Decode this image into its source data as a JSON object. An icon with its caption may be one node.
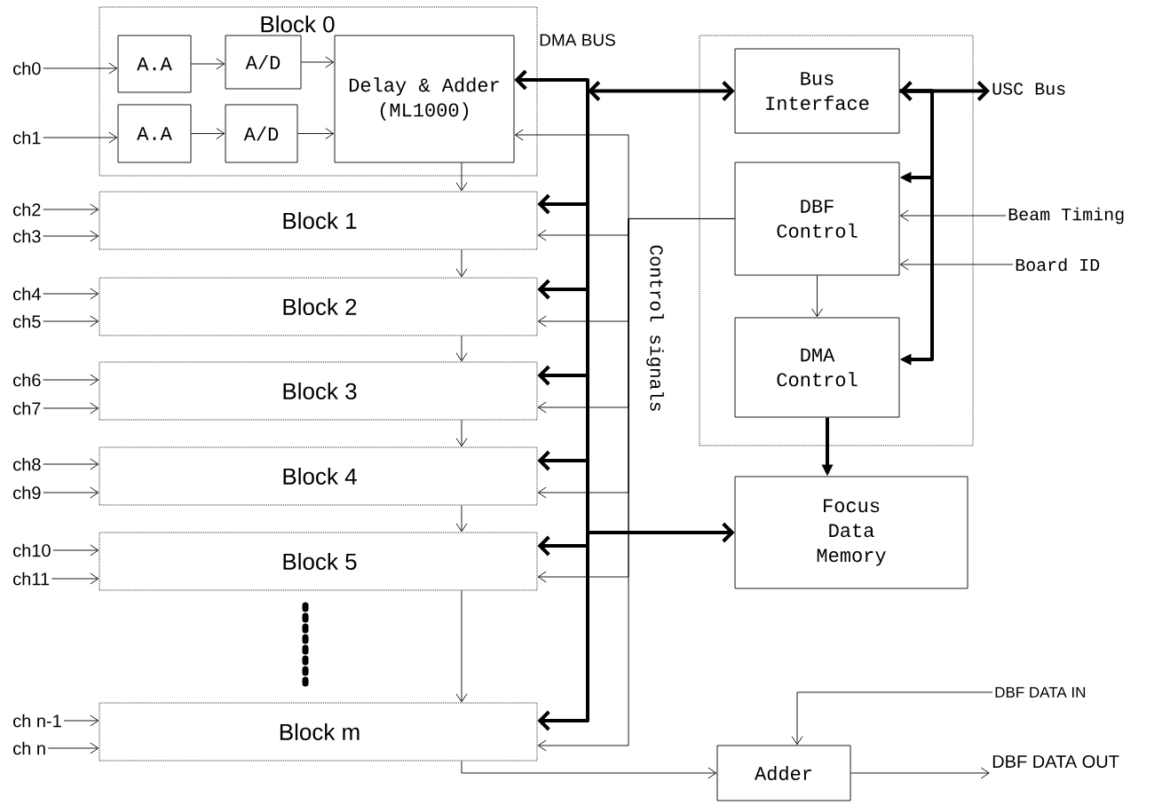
{
  "diagram": {
    "nodes": [
      {
        "text": [
          "Block 0"
        ]
      },
      {
        "text": [
          "A.A"
        ],
        "in": 0
      },
      {
        "text": [
          "A/D"
        ],
        "in": 0
      },
      {
        "text": [
          "Delay & Adder (ML1000)"
        ],
        "in": 0
      },
      {
        "text": [
          "A.A"
        ],
        "in": 0
      },
      {
        "text": [
          "A/D"
        ],
        "in": 0
      },
      {
        "text": [
          "Block 1"
        ]
      },
      {
        "text": [
          "Block 2"
        ]
      },
      {
        "text": [
          "Block 3"
        ]
      },
      {
        "text": [
          "Block 4"
        ]
      },
      {
        "text": [
          "Block 5"
        ]
      },
      {
        "text": [
          "Block m"
        ]
      },
      {
        "text": [],
        "shape": "box"
      },
      {
        "text": [
          "Bus Interface"
        ],
        "in": 12
      },
      {
        "text": [
          "DBF Control"
        ],
        "in": 12
      },
      {
        "text": [
          "DMA Control"
        ],
        "in": 12
      },
      {
        "text": [
          "Focus Data Memory"
        ]
      },
      {
        "text": [
          "Adder"
        ]
      },
      {
        "text": [
          "ch0"
        ]
      },
      {
        "text": [
          "ch1"
        ]
      },
      {
        "text": [
          "ch2"
        ]
      },
      {
        "text": [
          "ch3"
        ]
      },
      {
        "text": [
          "ch4"
        ]
      },
      {
        "text": [
          "ch5"
        ]
      },
      {
        "text": [
          "ch6"
        ]
      },
      {
        "text": [
          "ch7"
        ]
      },
      {
        "text": [
          "ch8"
        ]
      },
      {
        "text": [
          "ch9"
        ]
      },
      {
        "text": [
          "ch10"
        ]
      },
      {
        "text": [
          "ch11"
        ]
      },
      {
        "text": [
          "ch n-1"
        ]
      },
      {
        "text": [
          "ch n"
        ]
      },
      {
        "text": [
          "USC Bus"
        ]
      },
      {
        "text": [
          "Beam Timing"
        ]
      },
      {
        "text": [
          "Board ID"
        ]
      },
      {
        "text": [
          "DBF DATA IN"
        ]
      },
      {
        "text": [
          "DBF DATA OUT"
        ]
      }
    ],
    "edges": [
      {
        "from": 18,
        "to": 1,
        "arrow": "to"
      },
      {
        "from": 1,
        "to": 2,
        "arrow": "to"
      },
      {
        "from": 2,
        "to": 3,
        "arrow": "to"
      },
      {
        "from": 19,
        "to": 4,
        "arrow": "to"
      },
      {
        "from": 4,
        "to": 5,
        "arrow": "to"
      },
      {
        "from": 5,
        "to": 3,
        "arrow": "to"
      },
      {
        "from": 20,
        "to": 6,
        "arrow": "to"
      },
      {
        "from": 21,
        "to": 6,
        "arrow": "to"
      },
      {
        "from": 22,
        "to": 7,
        "arrow": "to"
      },
      {
        "from": 23,
        "to": 7,
        "arrow": "to"
      },
      {
        "from": 24,
        "to": 8,
        "arrow": "to"
      },
      {
        "from": 25,
        "to": 8,
        "arrow": "to"
      },
      {
        "from": 26,
        "to": 9,
        "arrow": "to"
      },
      {
        "from": 27,
        "to": 9,
        "arrow": "to"
      },
      {
        "from": 28,
        "to": 10,
        "arrow": "to"
      },
      {
        "from": 29,
        "to": 10,
        "arrow": "to"
      },
      {
        "from": 30,
        "to": 11,
        "arrow": "to"
      },
      {
        "from": 31,
        "to": 11,
        "arrow": "to"
      },
      {
        "from": 3,
        "to": 6,
        "arrow": "to"
      },
      {
        "from": 6,
        "to": 7,
        "arrow": "to"
      },
      {
        "from": 7,
        "to": 8,
        "arrow": "to"
      },
      {
        "from": 8,
        "to": 9,
        "arrow": "to"
      },
      {
        "from": 9,
        "to": 10,
        "arrow": "to"
      },
      {
        "from": 10,
        "to": 11,
        "arrow": "to"
      },
      {
        "from": 11,
        "to": 17,
        "arrow": "to"
      },
      {
        "from": 13,
        "to": 3,
        "arrow": "both",
        "style": "thick"
      },
      {
        "from": 13,
        "to": 6,
        "arrow": "both",
        "style": "thick"
      },
      {
        "from": 13,
        "to": 7,
        "arrow": "both",
        "style": "thick"
      },
      {
        "from": 13,
        "to": 8,
        "arrow": "both",
        "style": "thick"
      },
      {
        "from": 13,
        "to": 9,
        "arrow": "both",
        "style": "thick"
      },
      {
        "from": 13,
        "to": 10,
        "arrow": "both",
        "style": "thick"
      },
      {
        "from": 13,
        "to": 11,
        "arrow": "both",
        "style": "thick"
      },
      {
        "from": 13,
        "to": 16,
        "arrow": "both",
        "style": "thick"
      },
      {
        "from": 14,
        "to": 3,
        "arrow": "to"
      },
      {
        "from": 14,
        "to": 6,
        "arrow": "to"
      },
      {
        "from": 14,
        "to": 7,
        "arrow": "to"
      },
      {
        "from": 14,
        "to": 8,
        "arrow": "to"
      },
      {
        "from": 14,
        "to": 9,
        "arrow": "to"
      },
      {
        "from": 14,
        "to": 10,
        "arrow": "to"
      },
      {
        "from": 14,
        "to": 11,
        "arrow": "to"
      },
      {
        "from": 13,
        "to": 32,
        "arrow": "both",
        "style": "thick"
      },
      {
        "from": 13,
        "to": 14,
        "arrow": "to",
        "style": "thick"
      },
      {
        "from": 13,
        "to": 15,
        "arrow": "to",
        "style": "thick"
      },
      {
        "from": 33,
        "to": 14,
        "arrow": "to"
      },
      {
        "from": 34,
        "to": 14,
        "arrow": "to"
      },
      {
        "from": 14,
        "to": 15,
        "arrow": "to"
      },
      {
        "from": 15,
        "to": 16,
        "arrow": "to",
        "style": "thick"
      },
      {
        "from": 35,
        "to": 17,
        "arrow": "to"
      },
      {
        "from": 17,
        "to": 36,
        "arrow": "to"
      }
    ],
    "labels": [
      "DMA BUS",
      "Control signals"
    ]
  }
}
